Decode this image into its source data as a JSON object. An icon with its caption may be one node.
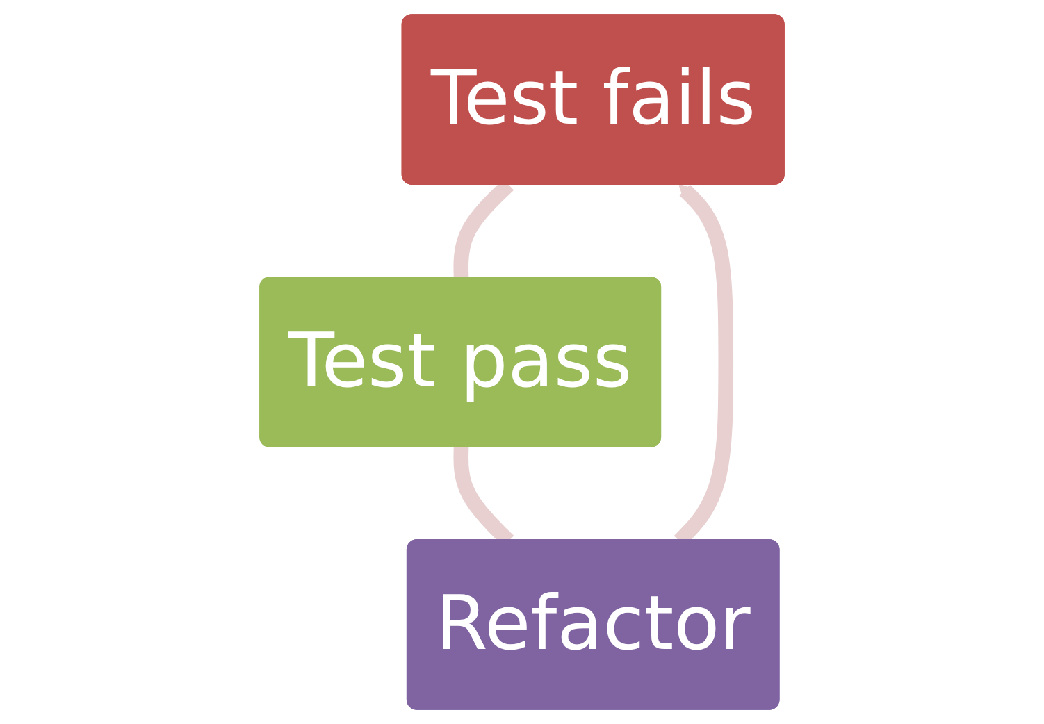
{
  "diagram": {
    "nodes": [
      {
        "text": [
          "Test fails"
        ]
      },
      {
        "text": [
          "Test pass"
        ]
      },
      {
        "text": [
          "Refactor"
        ]
      }
    ],
    "edges": [
      {
        "from": 0,
        "to": 1,
        "arrow": "none"
      },
      {
        "from": 1,
        "to": 2,
        "arrow": "none"
      },
      {
        "from": 2,
        "to": 0,
        "arrow": "to"
      }
    ]
  }
}
